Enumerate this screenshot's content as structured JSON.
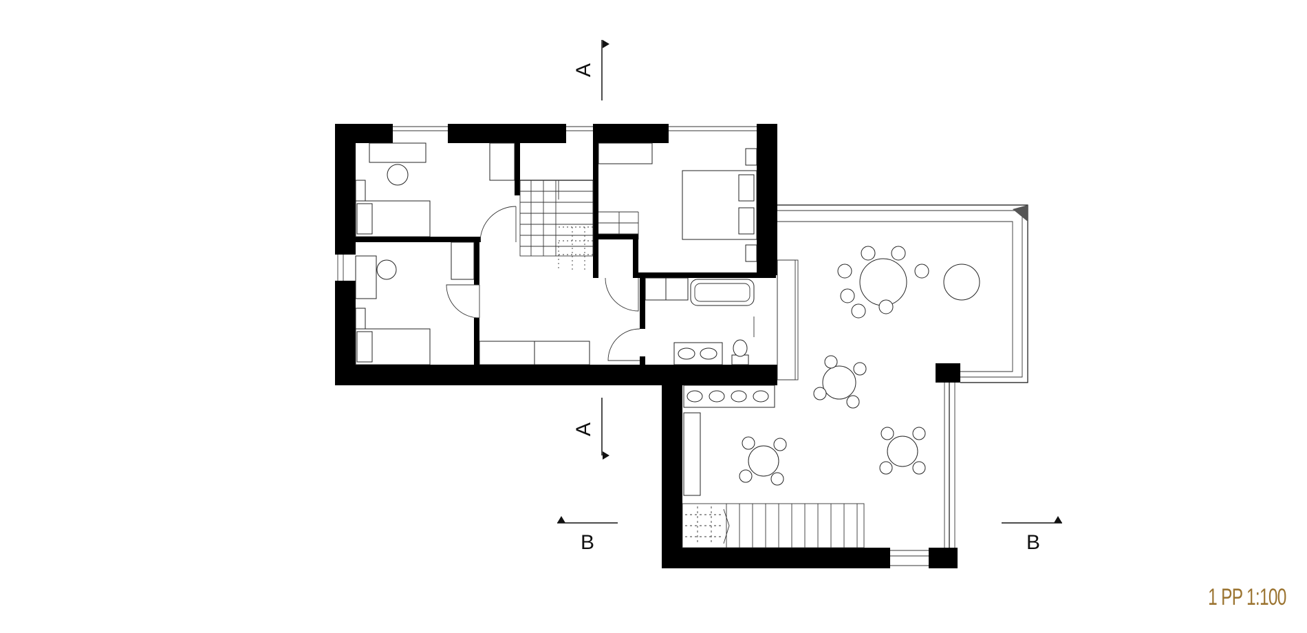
{
  "plan": {
    "section_a_top": "A",
    "section_a_bottom": "A",
    "section_b_left": "B",
    "section_b_right": "B",
    "scale_label": "1 PP 1:100",
    "label_color": "#9b7431"
  }
}
